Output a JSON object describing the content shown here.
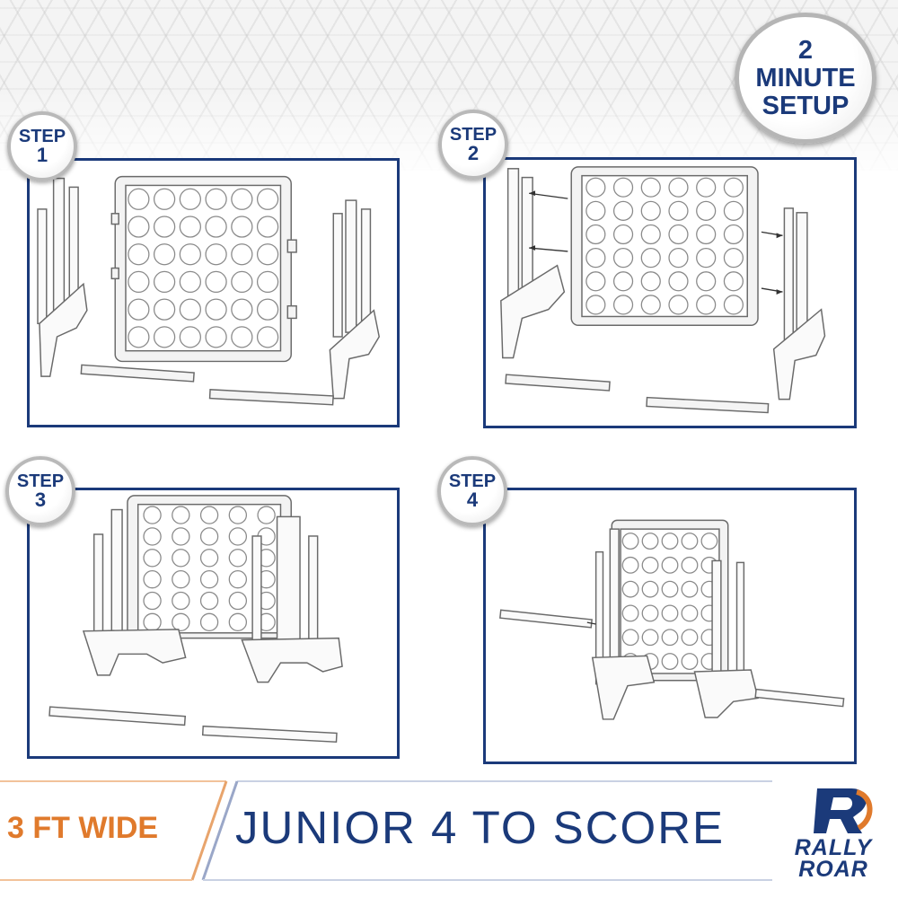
{
  "badge": {
    "line1": "2",
    "line2": "MINUTE",
    "line3": "SETUP"
  },
  "steps": [
    {
      "word": "STEP",
      "number": "1"
    },
    {
      "word": "STEP",
      "number": "2"
    },
    {
      "word": "STEP",
      "number": "3"
    },
    {
      "word": "STEP",
      "number": "4"
    }
  ],
  "footer": {
    "width_label": "3 FT WIDE",
    "product_title": "JUNIOR 4 TO SCORE"
  },
  "logo": {
    "line1": "RALLY",
    "line2": "ROAR"
  },
  "colors": {
    "navy": "#1b3a7a",
    "orange": "#e07a2c",
    "badge_ring": "#b5b5b5"
  }
}
